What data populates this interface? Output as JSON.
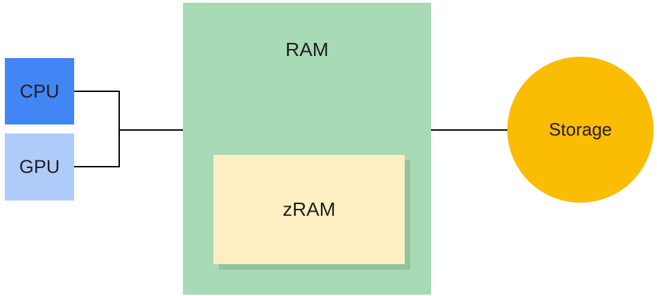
{
  "nodes": {
    "cpu": {
      "label": "CPU",
      "color": "#4285f4"
    },
    "gpu": {
      "label": "GPU",
      "color": "#aecbfa"
    },
    "ram": {
      "label": "RAM",
      "color": "#a8dab5"
    },
    "zram": {
      "label": "zRAM",
      "color": "#feefc3"
    },
    "storage": {
      "label": "Storage",
      "color": "#fbbc04"
    }
  },
  "connections": [
    {
      "from": "cpu",
      "to": "ram"
    },
    {
      "from": "gpu",
      "to": "ram"
    },
    {
      "from": "ram",
      "to": "storage"
    }
  ]
}
